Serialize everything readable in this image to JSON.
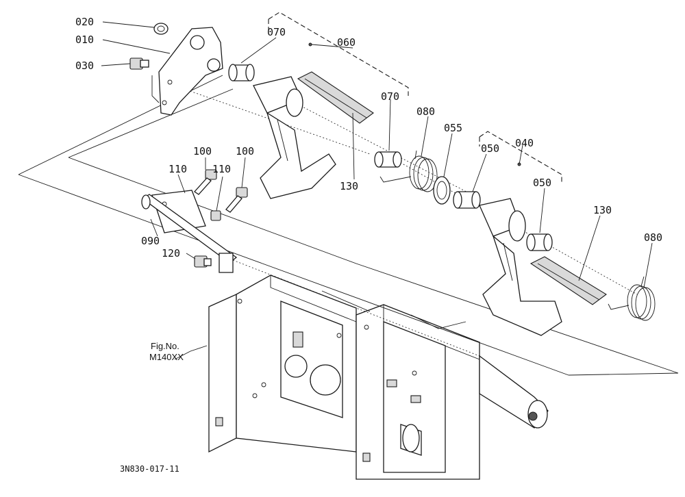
{
  "labels": {
    "p020": "020",
    "p010": "010",
    "p030": "030",
    "p070a": "070",
    "p060": "060",
    "p070b": "070",
    "p080a": "080",
    "p055": "055",
    "p050a": "050",
    "p040": "040",
    "p050b": "050",
    "p100a": "100",
    "p100b": "100",
    "p110a": "110",
    "p110b": "110",
    "p130a": "130",
    "p130b": "130",
    "p080b": "080",
    "p090": "090",
    "p120": "120"
  },
  "figure": {
    "line1": "Fig.No.",
    "line2": "M140XX"
  },
  "drawing_code": "3N830-017-11"
}
